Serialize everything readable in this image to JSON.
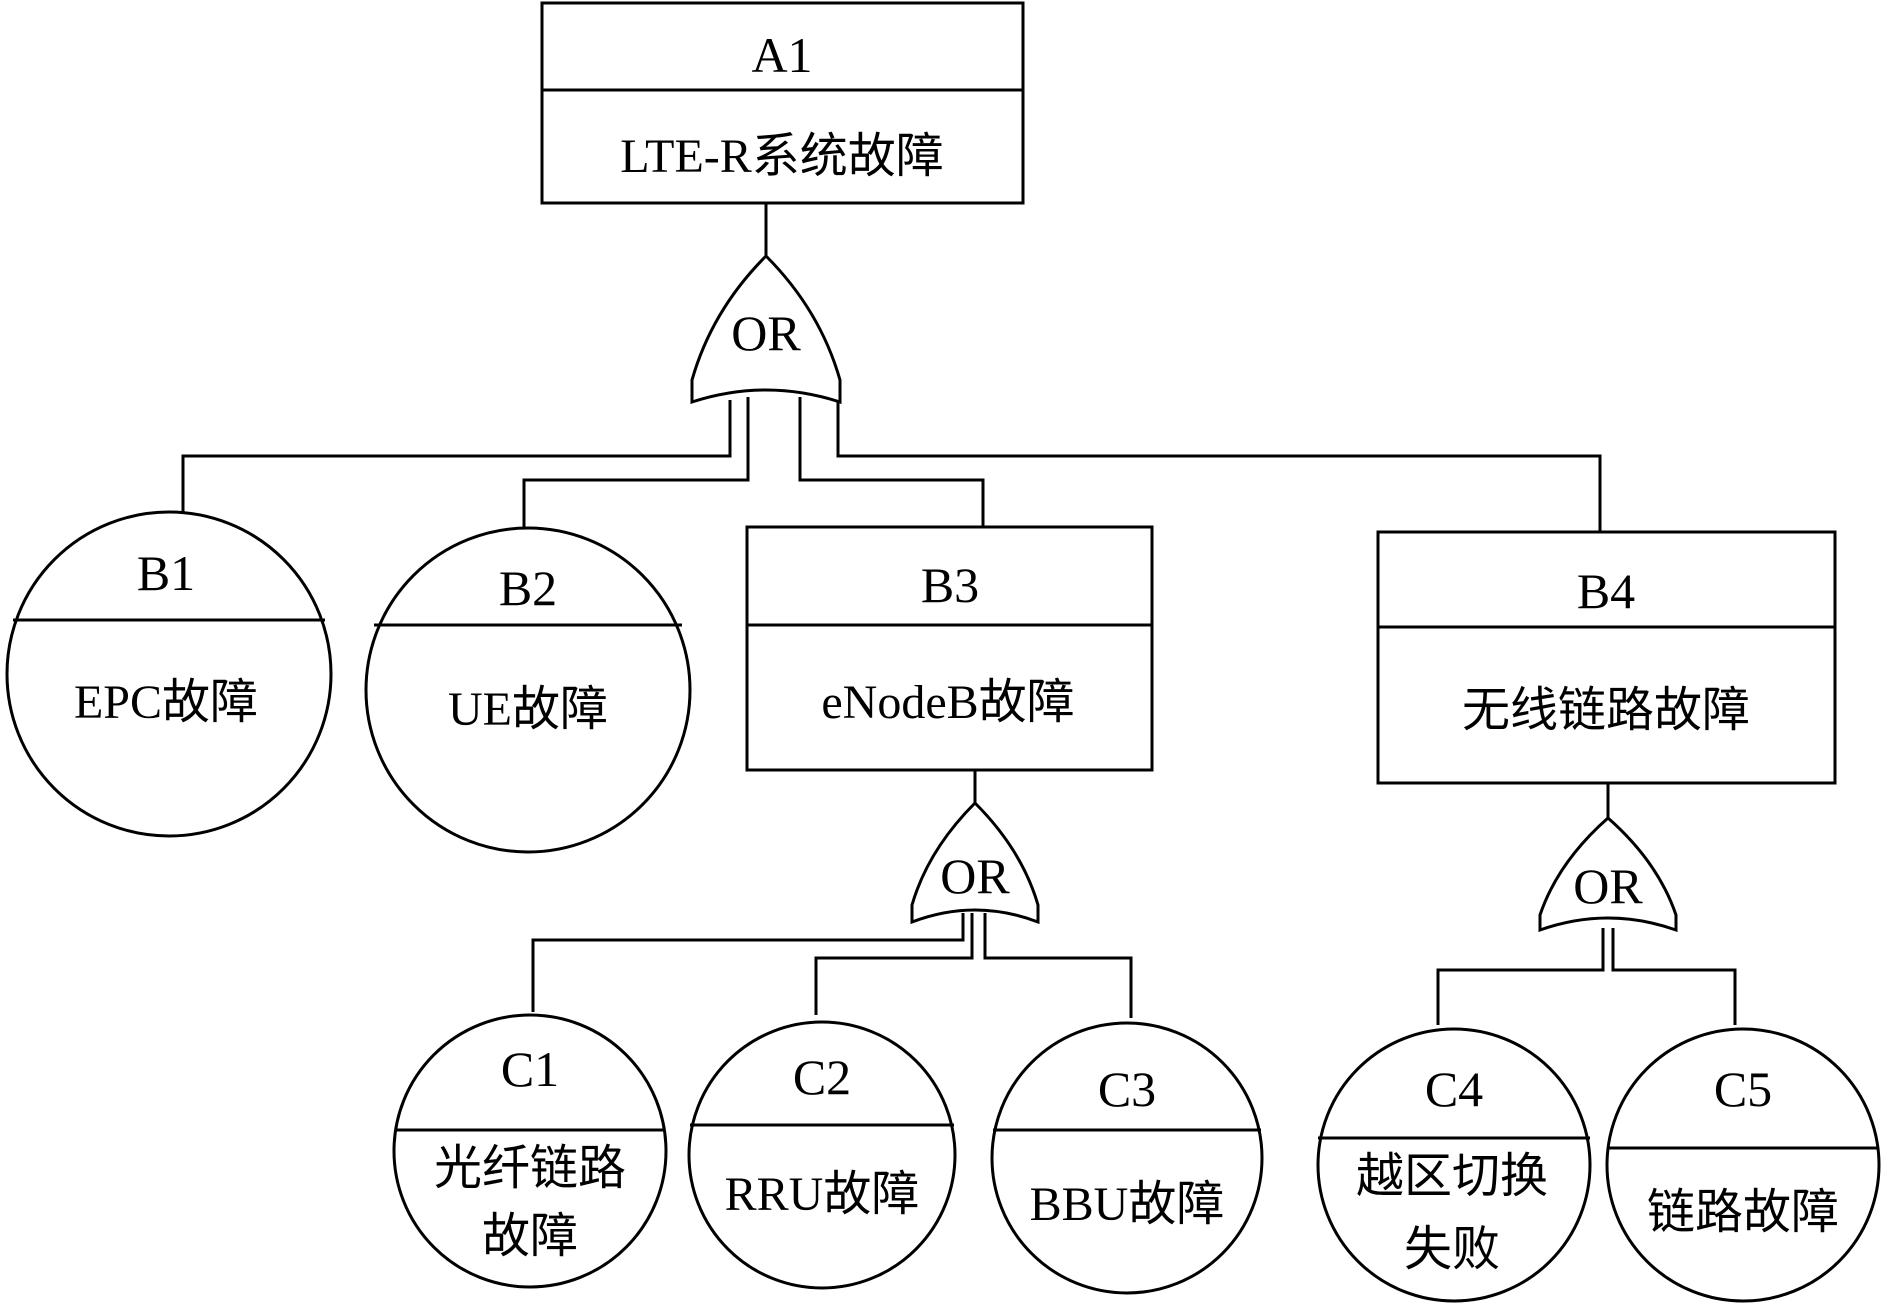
{
  "nodes": {
    "A1": {
      "code": "A1",
      "label": "LTE-R系统故障"
    },
    "B1": {
      "code": "B1",
      "label": "EPC故障"
    },
    "B2": {
      "code": "B2",
      "label": "UE故障"
    },
    "B3": {
      "code": "B3",
      "label": "eNodeB故障"
    },
    "B4": {
      "code": "B4",
      "label": "无线链路故障"
    },
    "C1": {
      "code": "C1",
      "label_line1": "光纤链路",
      "label_line2": "故障"
    },
    "C2": {
      "code": "C2",
      "label": "RRU故障"
    },
    "C3": {
      "code": "C3",
      "label": "BBU故障"
    },
    "C4": {
      "code": "C4",
      "label_line1": "越区切换",
      "label_line2": "失败"
    },
    "C5": {
      "code": "C5",
      "label": "链路故障"
    }
  },
  "gates": {
    "top": "OR",
    "b3": "OR",
    "b4": "OR"
  }
}
